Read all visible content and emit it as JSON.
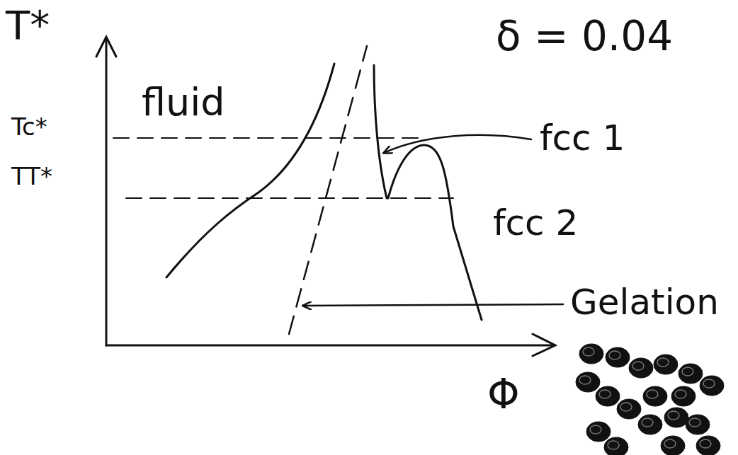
{
  "diagram": {
    "labels": [
      "T*",
      "Tc*",
      "TT*",
      "fluid",
      "δ = 0.04",
      "fcc 1",
      "fcc 2",
      "Gelation",
      "Φ"
    ]
  }
}
